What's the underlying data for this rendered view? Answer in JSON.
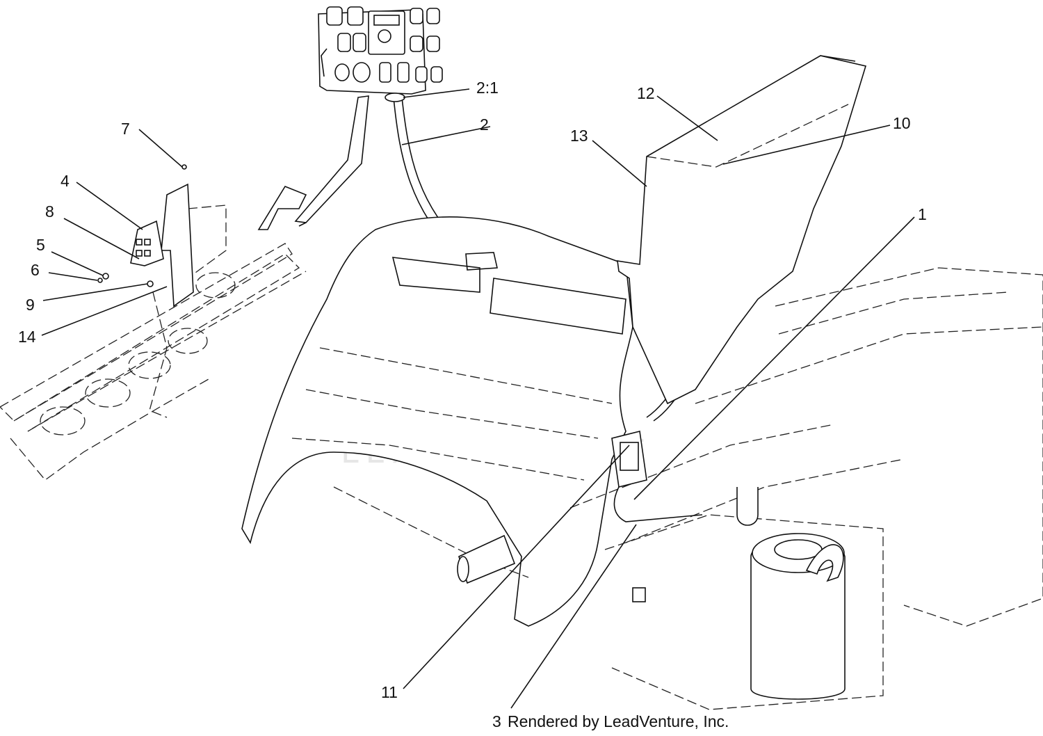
{
  "diagram": {
    "watermark": "LEADVENTURE",
    "credit": "Rendered by LeadVenture, Inc.",
    "callouts": [
      {
        "id": "c-7",
        "label": "7"
      },
      {
        "id": "c-4",
        "label": "4"
      },
      {
        "id": "c-8",
        "label": "8"
      },
      {
        "id": "c-5",
        "label": "5"
      },
      {
        "id": "c-6",
        "label": "6"
      },
      {
        "id": "c-9",
        "label": "9"
      },
      {
        "id": "c-14",
        "label": "14"
      },
      {
        "id": "c-2-1",
        "label": "2:1"
      },
      {
        "id": "c-2",
        "label": "2"
      },
      {
        "id": "c-12",
        "label": "12"
      },
      {
        "id": "c-13",
        "label": "13"
      },
      {
        "id": "c-10",
        "label": "10"
      },
      {
        "id": "c-1",
        "label": "1"
      },
      {
        "id": "c-11",
        "label": "11"
      },
      {
        "id": "c-3",
        "label": "3"
      }
    ]
  }
}
